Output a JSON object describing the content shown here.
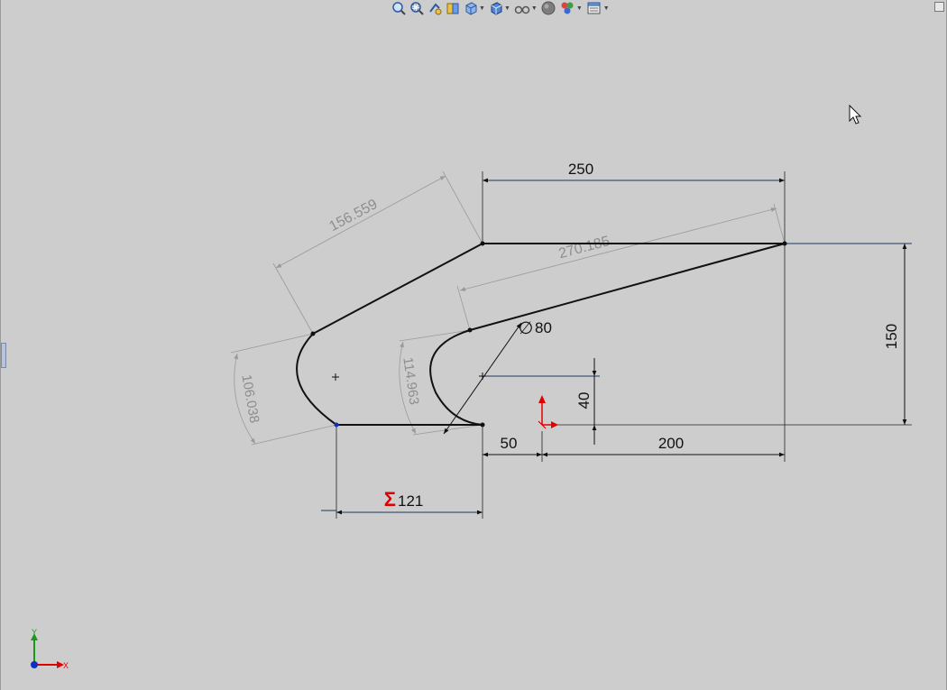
{
  "toolbar": {
    "items": [
      {
        "name": "zoom-to-fit-icon",
        "dropdown": false
      },
      {
        "name": "zoom-to-area-icon",
        "dropdown": false
      },
      {
        "name": "previous-view-icon",
        "dropdown": false
      },
      {
        "name": "section-view-icon",
        "dropdown": false
      },
      {
        "name": "view-orientation-icon",
        "dropdown": true
      },
      {
        "name": "display-style-icon",
        "dropdown": true
      },
      {
        "name": "hide-show-items-icon",
        "dropdown": true
      },
      {
        "name": "edit-appearance-icon",
        "dropdown": false
      },
      {
        "name": "apply-scene-icon",
        "dropdown": true
      },
      {
        "name": "view-settings-icon",
        "dropdown": true
      }
    ]
  },
  "dimensions": {
    "top_width": "250",
    "upper_slant": "156.559",
    "lower_slant": "270.185",
    "left_arc": "106.038",
    "inner_arc": "114.963",
    "diameter": "80",
    "diameter_symbol": "∅",
    "height": "150",
    "offset_vertical": "40",
    "offset_horizontal": "50",
    "right_width": "200",
    "driven_symbol": "Σ",
    "bottom_length": "121"
  },
  "triad": {
    "x_label": "X",
    "y_label": "Y"
  },
  "colors": {
    "background": "#cdcdcd",
    "sketch_line": "#111111",
    "dimension_line": "#1c3a5e",
    "driven_dimension": "#8e8e8e",
    "origin_red": "#e00000",
    "triad_green": "#1a9a1a",
    "triad_blue": "#1030c0"
  }
}
